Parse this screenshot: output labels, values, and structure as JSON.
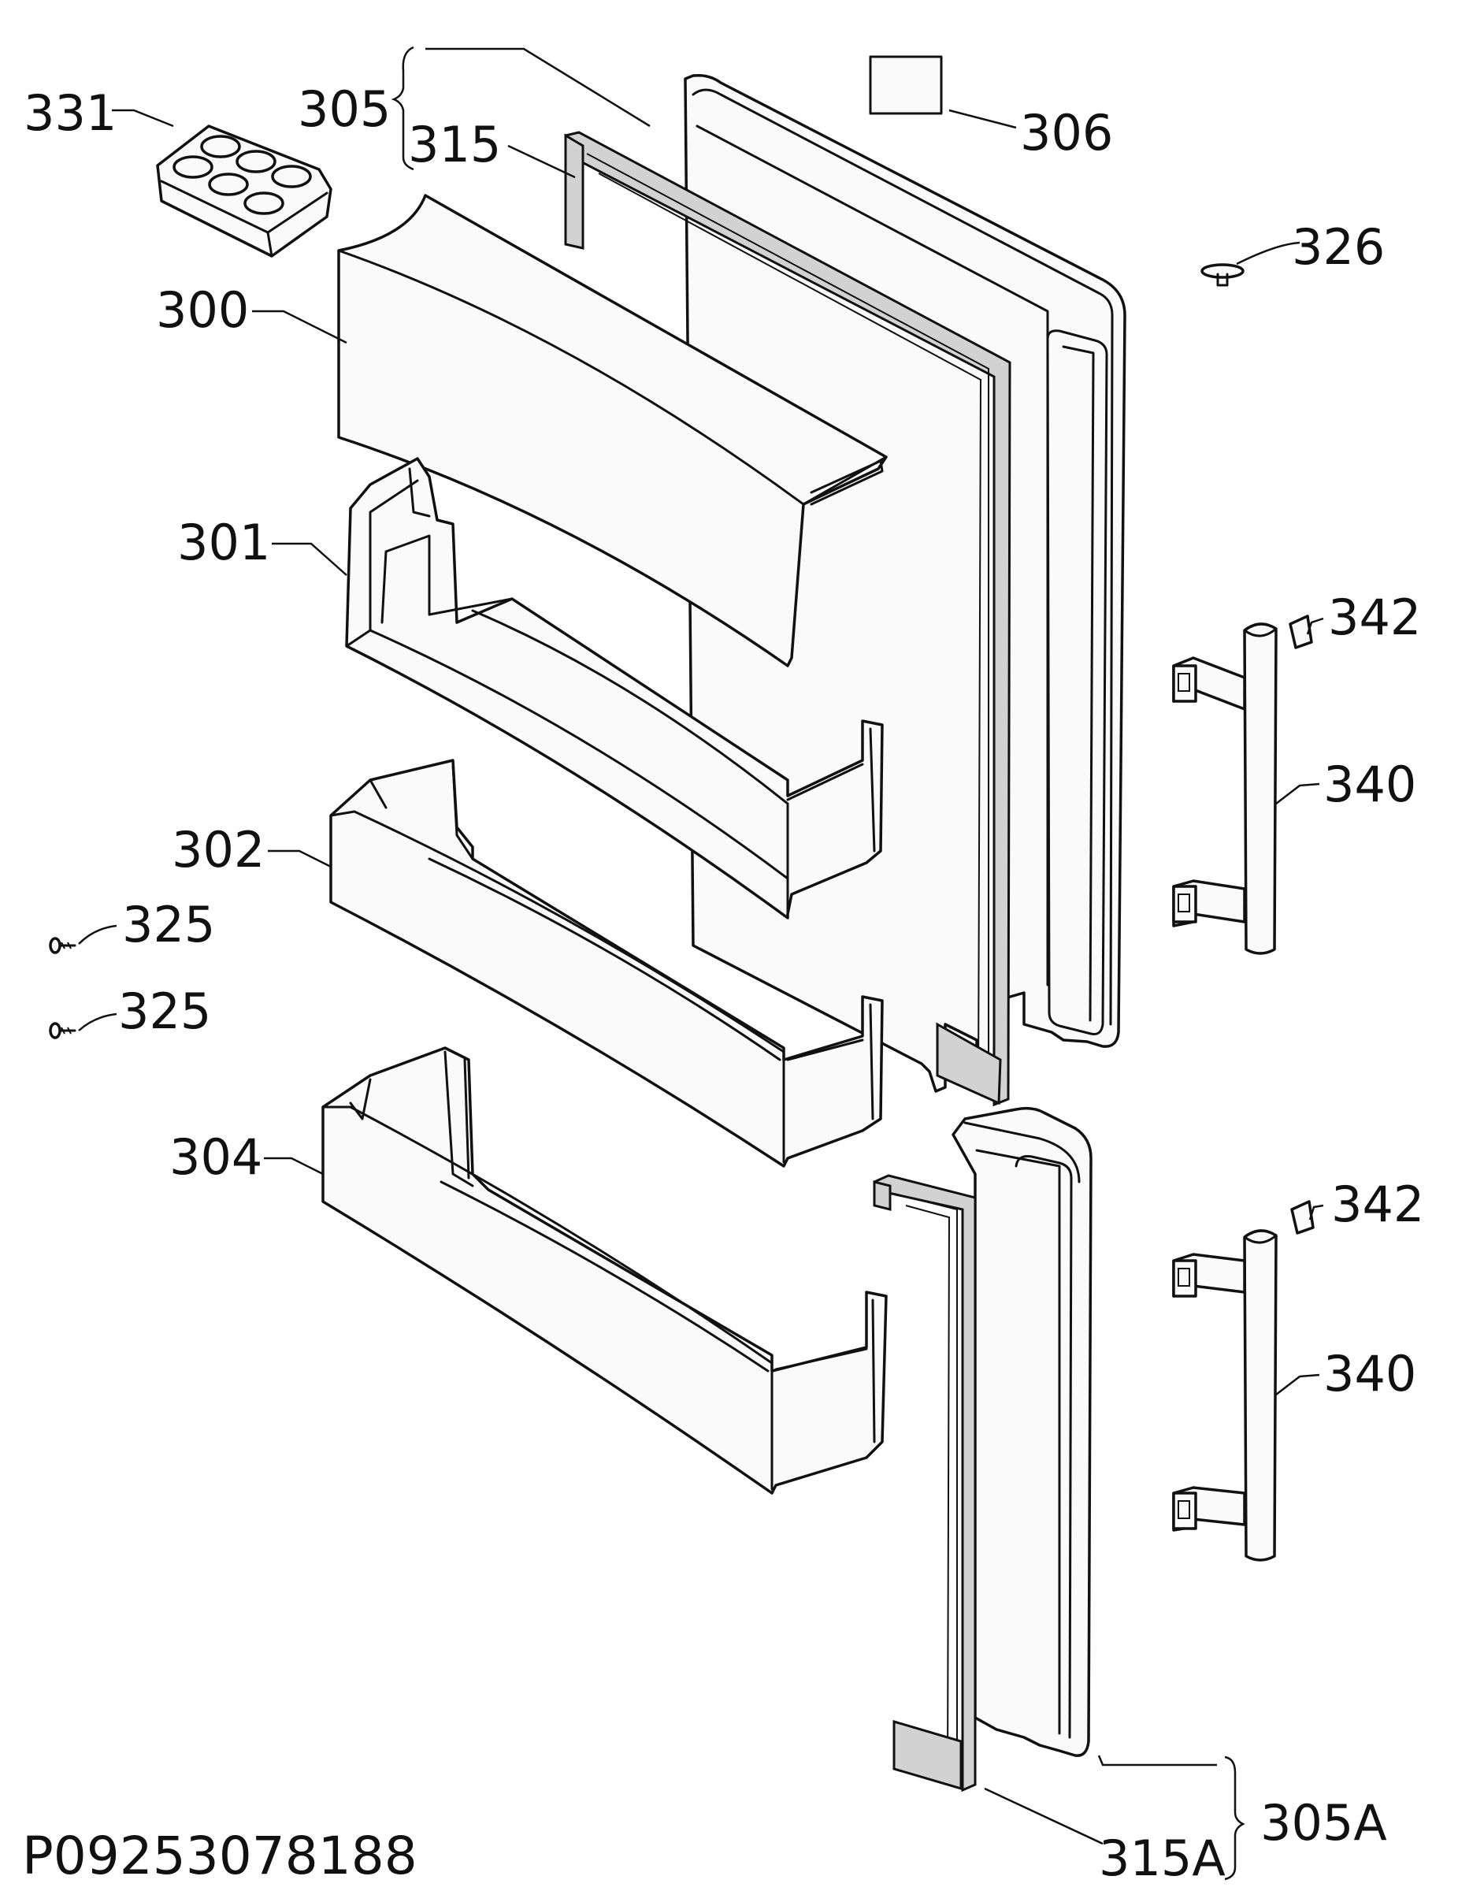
{
  "diagram": {
    "drawing_number": "P09253078188",
    "callouts": [
      {
        "id": "c331",
        "text": "331"
      },
      {
        "id": "c305",
        "text": "305"
      },
      {
        "id": "c315",
        "text": "315"
      },
      {
        "id": "c306",
        "text": "306"
      },
      {
        "id": "c326",
        "text": "326"
      },
      {
        "id": "c300",
        "text": "300"
      },
      {
        "id": "c301",
        "text": "301"
      },
      {
        "id": "c342a",
        "text": "342"
      },
      {
        "id": "c340a",
        "text": "340"
      },
      {
        "id": "c302",
        "text": "302"
      },
      {
        "id": "c325a",
        "text": "325"
      },
      {
        "id": "c325b",
        "text": "325"
      },
      {
        "id": "c304",
        "text": "304"
      },
      {
        "id": "c342b",
        "text": "342"
      },
      {
        "id": "c340b",
        "text": "340"
      },
      {
        "id": "c305A",
        "text": "305A"
      },
      {
        "id": "c315A",
        "text": "315A"
      }
    ]
  }
}
